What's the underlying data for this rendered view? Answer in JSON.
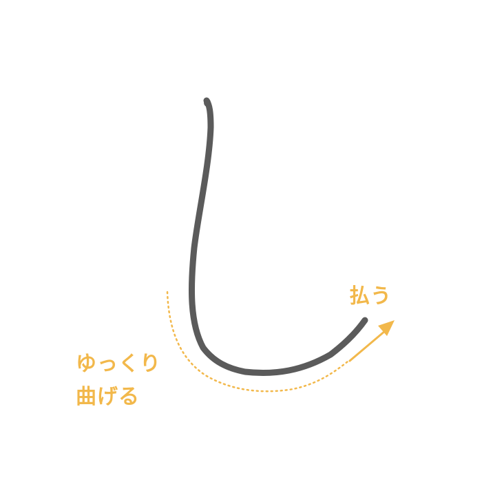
{
  "character": "し",
  "annotations": {
    "sweep_label": "払う",
    "bend_label_line1": "ゆっくり",
    "bend_label_line2": "曲げる"
  },
  "colors": {
    "stroke": "#5b5b5b",
    "annotation": "#F2B84B",
    "background": "#ffffff"
  }
}
